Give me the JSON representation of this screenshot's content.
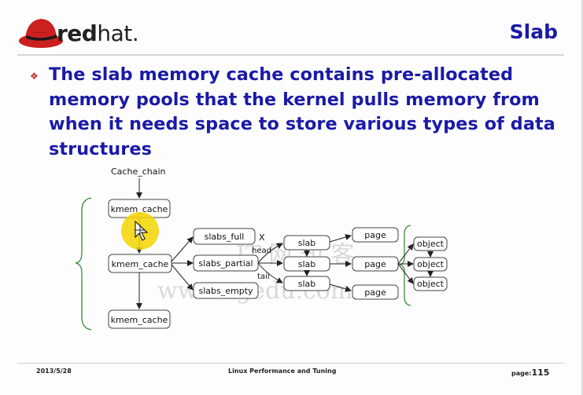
{
  "header": {
    "logo_text_red": "red",
    "logo_text_hat": "hat",
    "logo_dot": ".",
    "title": "Slab"
  },
  "bullet": {
    "text": "The slab memory cache contains pre-allocated memory pools that the kernel pulls memory from when it needs space to store various types of data structures"
  },
  "diagram": {
    "cache_chain": "Cache_chain",
    "kmem_top": "kmem_cache",
    "kmem_mid": "kmem_cache",
    "kmem_bottom": "kmem_cache",
    "slabs_full": "slabs_full",
    "slabs_partial": "slabs_partial",
    "slabs_empty": "slabs_empty",
    "slab_1": "slab",
    "slab_2": "slab",
    "slab_3": "slab",
    "page_1": "page",
    "page_2": "page",
    "page_3": "page",
    "object_1": "object",
    "object_2": "object",
    "object_3": "object",
    "head_label": "head",
    "tail_label": "tail",
    "watermark_top": "IT 网 知 客",
    "watermark_bottom": "www.xgedu.com"
  },
  "footer": {
    "date": "2013/5/28",
    "course": "Linux Performance and Tuning",
    "page_label": "page:",
    "page_number": "115"
  },
  "colors": {
    "title_blue": "#1a1aa8",
    "logo_red": "#cc1f1f",
    "brace_green": "#3a8a3a"
  }
}
